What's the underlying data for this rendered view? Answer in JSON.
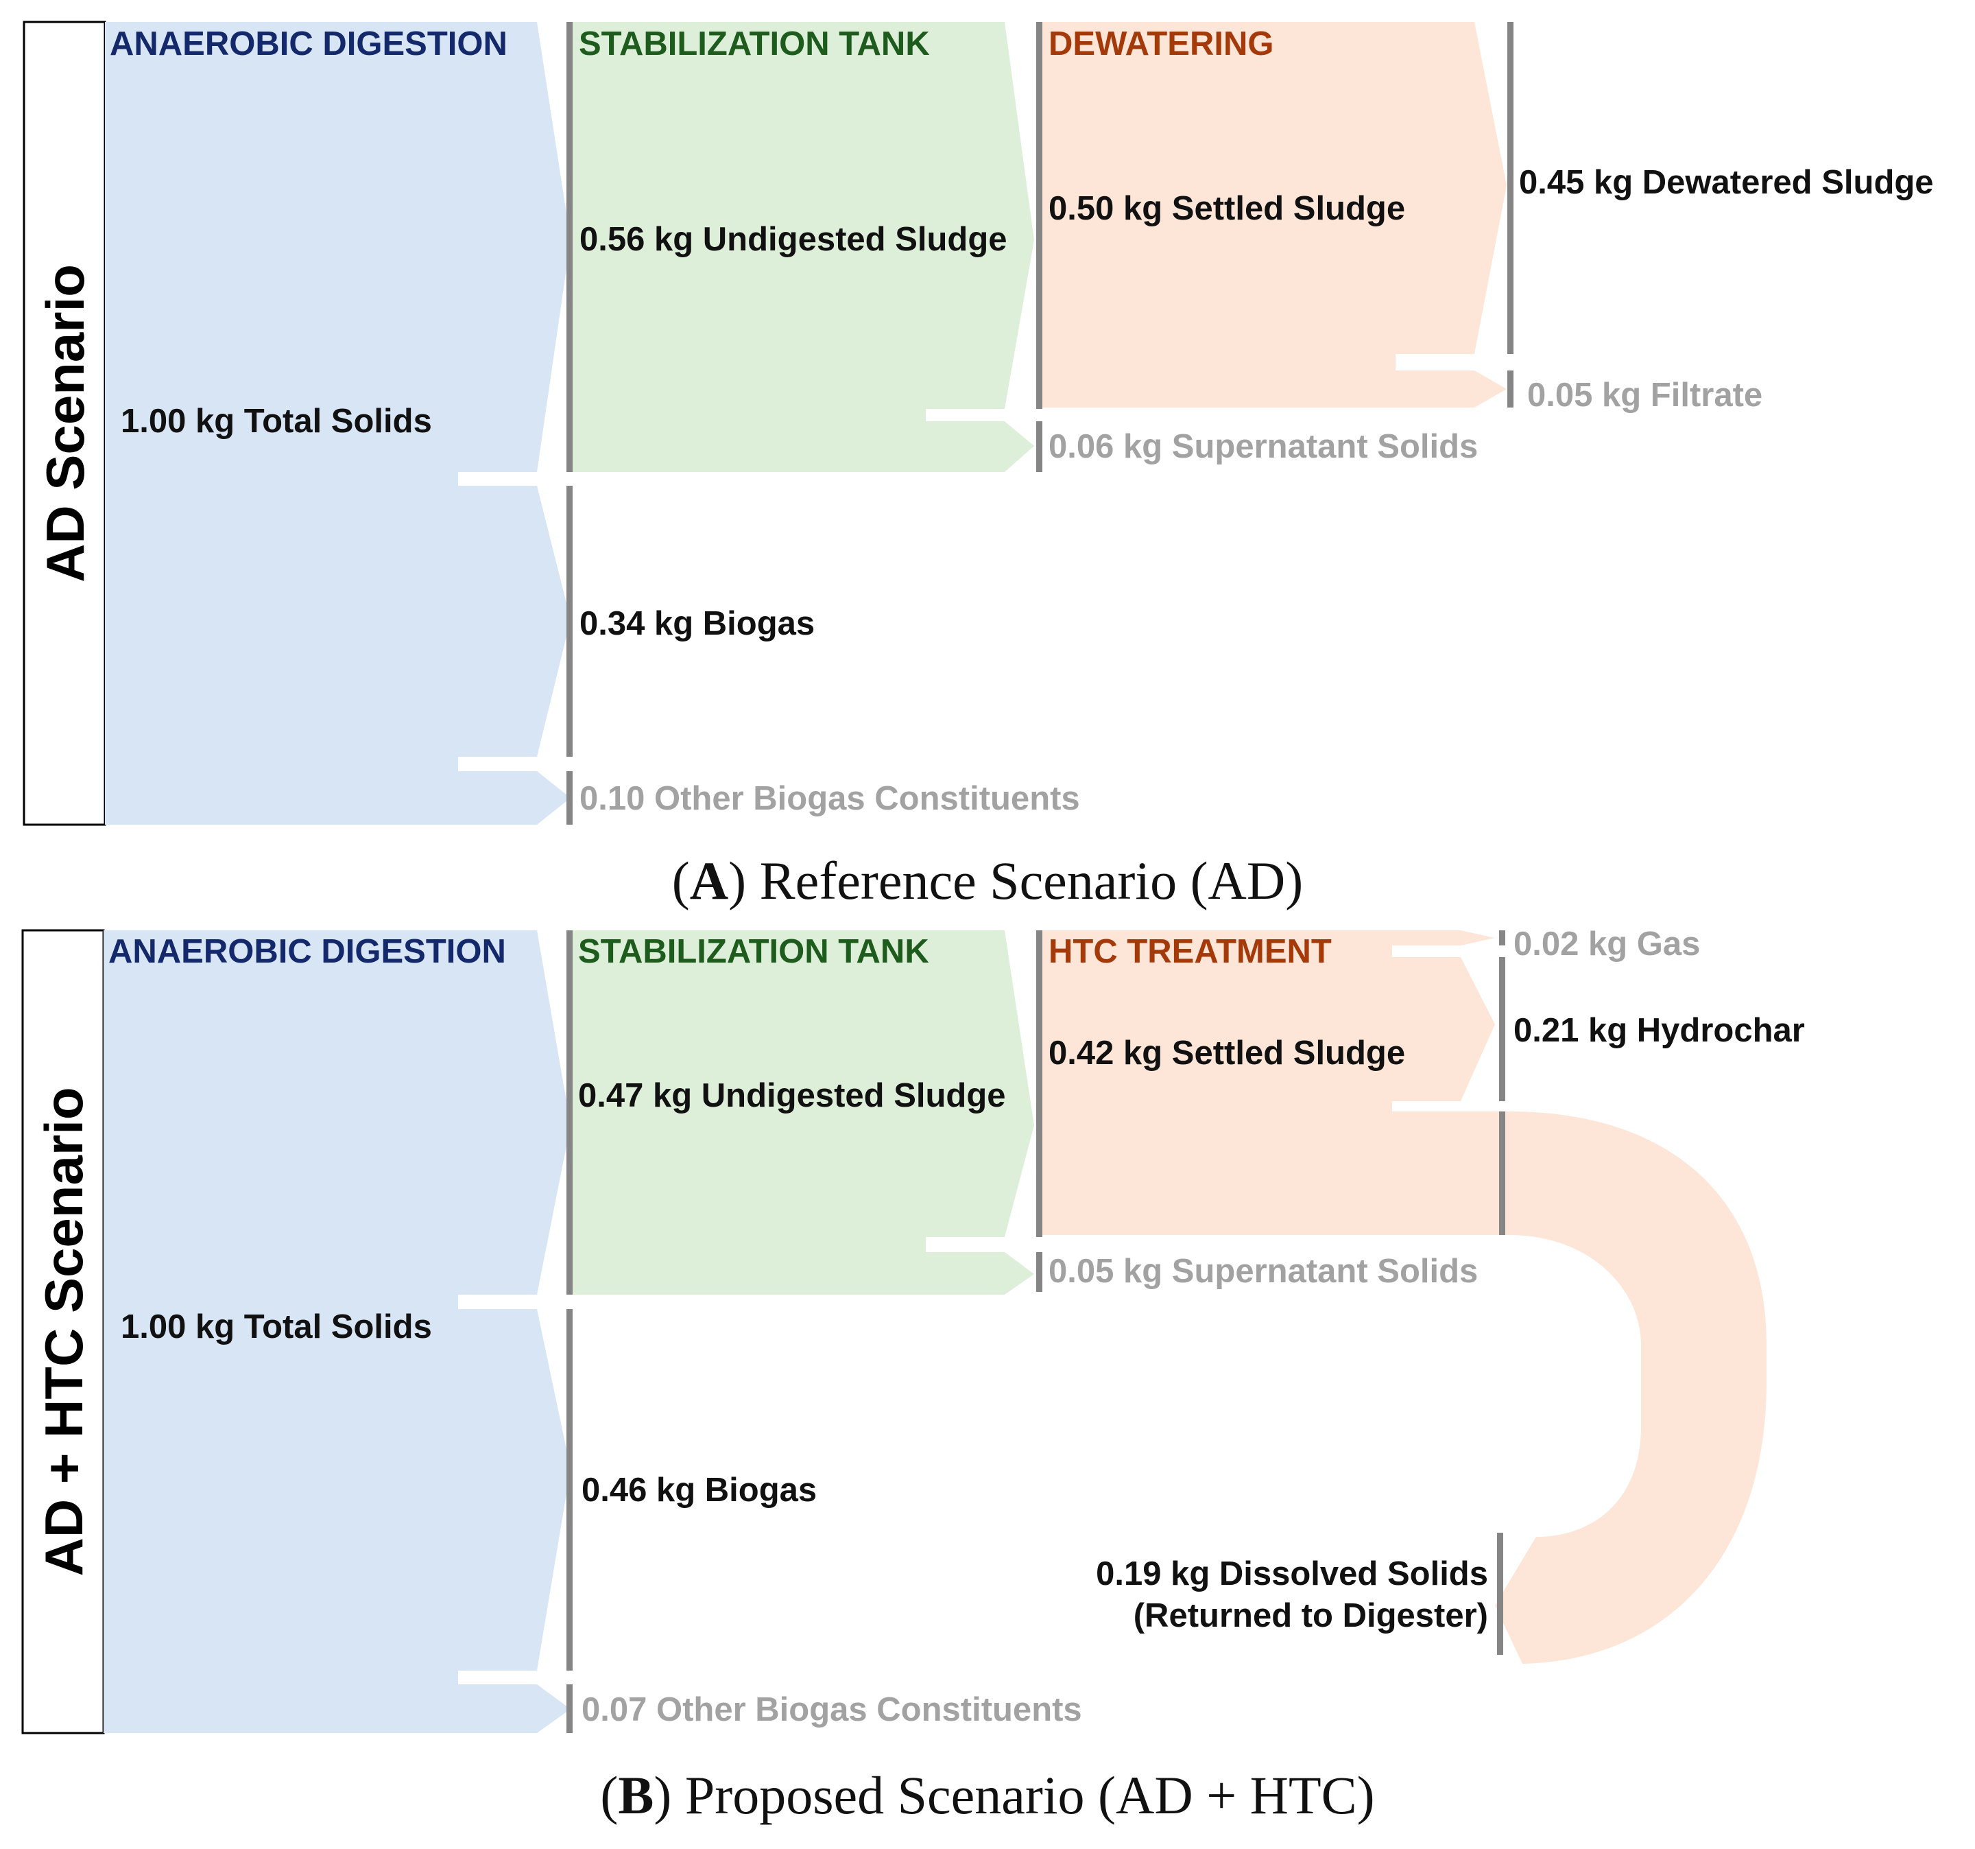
{
  "colors": {
    "ad_flow": "#d8e5f4",
    "stab_flow": "#deefd9",
    "dewater_flow": "#fde6d8",
    "ad_title": "#14296b",
    "stab_title": "#1d5c1d",
    "dewater_title": "#a43a09",
    "node_bar": "#858585",
    "minor_text": "#a2a2a2"
  },
  "panel_a": {
    "side_label": "AD Scenario",
    "stage_ad": "ANAEROBIC DIGESTION",
    "stage_stab": "STABILIZATION TANK",
    "stage_dewater": "DEWATERING",
    "total_solids": "1.00 kg Total Solids",
    "undigested_sludge": "0.56 kg Undigested Sludge",
    "biogas": "0.34 kg Biogas",
    "other_biogas": "0.10 Other Biogas Constituents",
    "settled_sludge": "0.50 kg Settled Sludge",
    "supernatant_solids": "0.06 kg Supernatant Solids",
    "dewatered_sludge": "0.45 kg Dewatered Sludge",
    "filtrate": "0.05 kg Filtrate",
    "caption_letter": "A",
    "caption_text": "Reference Scenario (AD)"
  },
  "panel_b": {
    "side_label": "AD + HTC Scenario",
    "stage_ad": "ANAEROBIC DIGESTION",
    "stage_stab": "STABILIZATION TANK",
    "stage_htc": "HTC TREATMENT",
    "total_solids": "1.00 kg Total Solids",
    "undigested_sludge": "0.47 kg Undigested Sludge",
    "biogas": "0.46 kg Biogas",
    "other_biogas": "0.07 Other Biogas Constituents",
    "settled_sludge": "0.42 kg Settled Sludge",
    "supernatant_solids": "0.05 kg Supernatant Solids",
    "gas": "0.02 kg Gas",
    "hydrochar": "0.21 kg Hydrochar",
    "dissolved_solids_line1": "0.19 kg Dissolved Solids",
    "dissolved_solids_line2": "(Returned to Digester)",
    "caption_letter": "B",
    "caption_text": "Proposed Scenario (AD + HTC)"
  }
}
